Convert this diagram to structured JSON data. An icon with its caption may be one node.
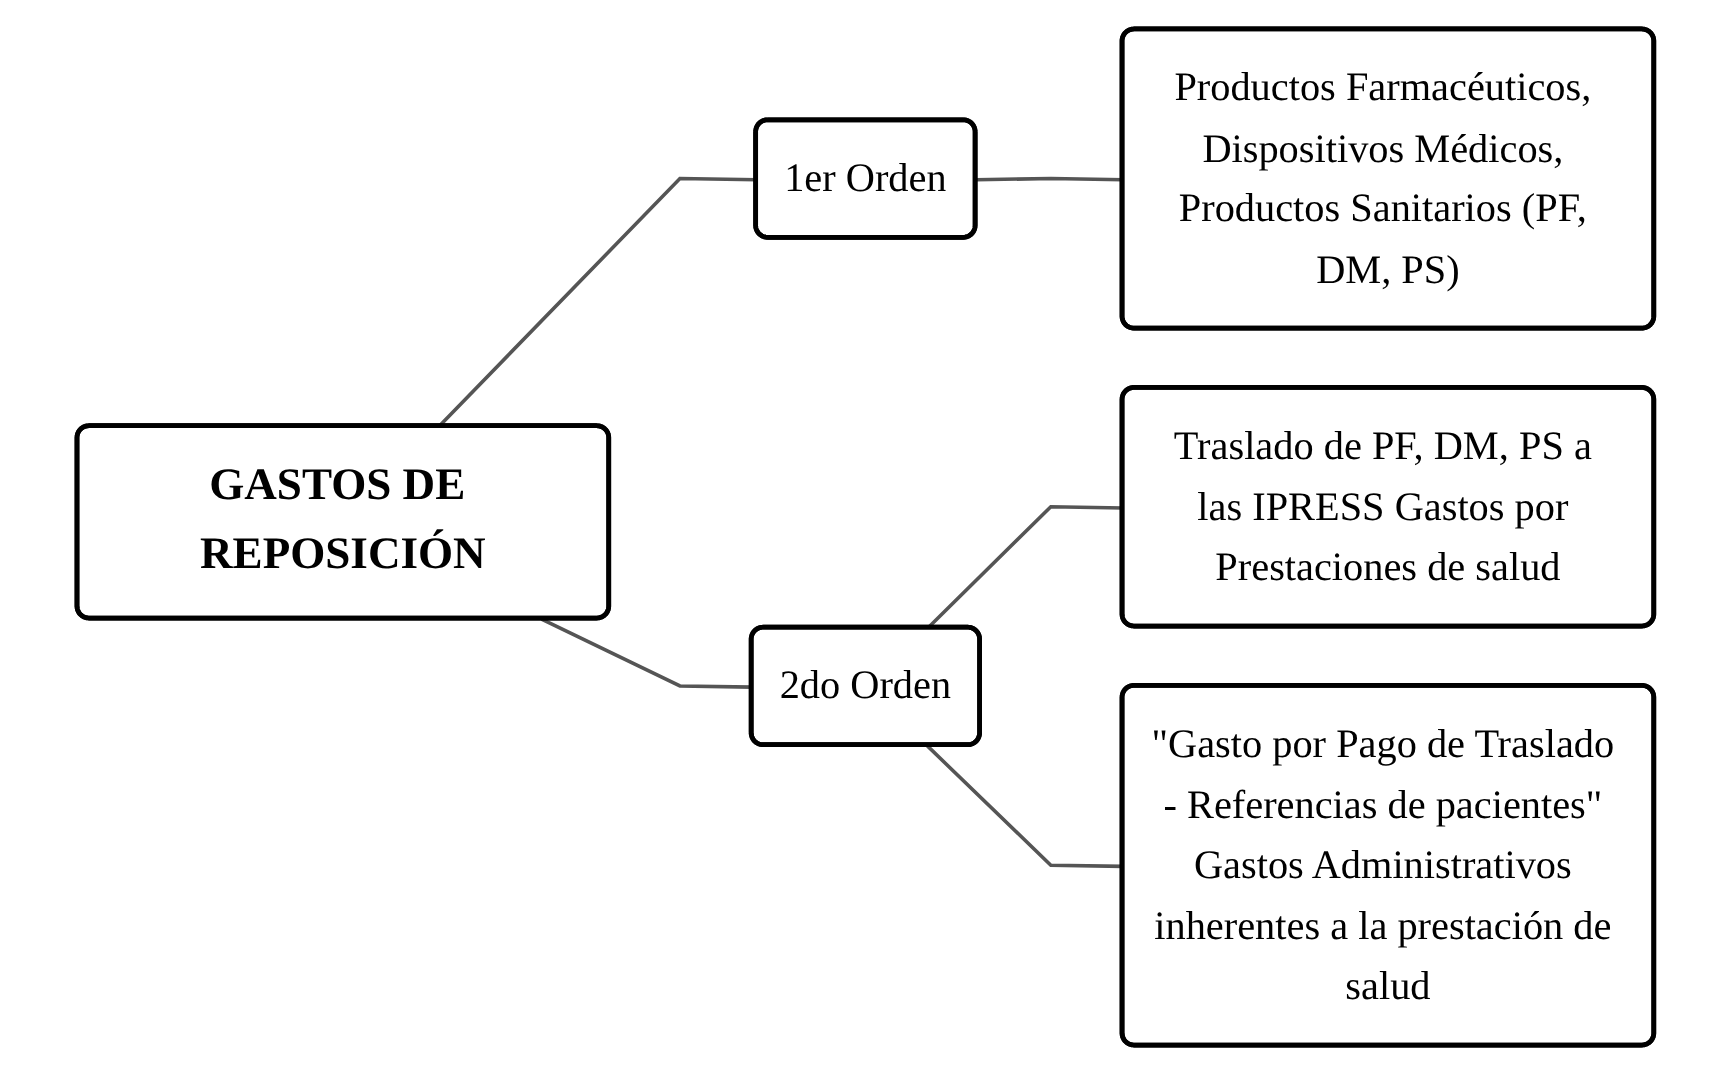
{
  "diagram": {
    "nodes": [
      {
        "text": [
          "GASTOS DE REPOSICIÓN"
        ]
      },
      {
        "text": [
          "1er Orden"
        ]
      },
      {
        "text": [
          "2do Orden"
        ]
      },
      {
        "text": [
          "Productos Farmacéuticos, Dispositivos Médicos, Productos Sanitarios (PF, DM, PS)"
        ]
      },
      {
        "text": [
          "Traslado de PF, DM, PS a las IPRESS Gastos por Prestaciones de salud"
        ]
      },
      {
        "text": [
          "\"Gasto por Pago de Traslado - Referencias de pacientes\" Gastos Administrativos inherentes a la prestación de salud"
        ]
      }
    ],
    "edges": [
      {
        "from": 0,
        "to": 1,
        "arrow": "none"
      },
      {
        "from": 0,
        "to": 2,
        "arrow": "none"
      },
      {
        "from": 1,
        "to": 3,
        "arrow": "none"
      },
      {
        "from": 2,
        "to": 4,
        "arrow": "none"
      },
      {
        "from": 2,
        "to": 5,
        "arrow": "none"
      }
    ]
  }
}
